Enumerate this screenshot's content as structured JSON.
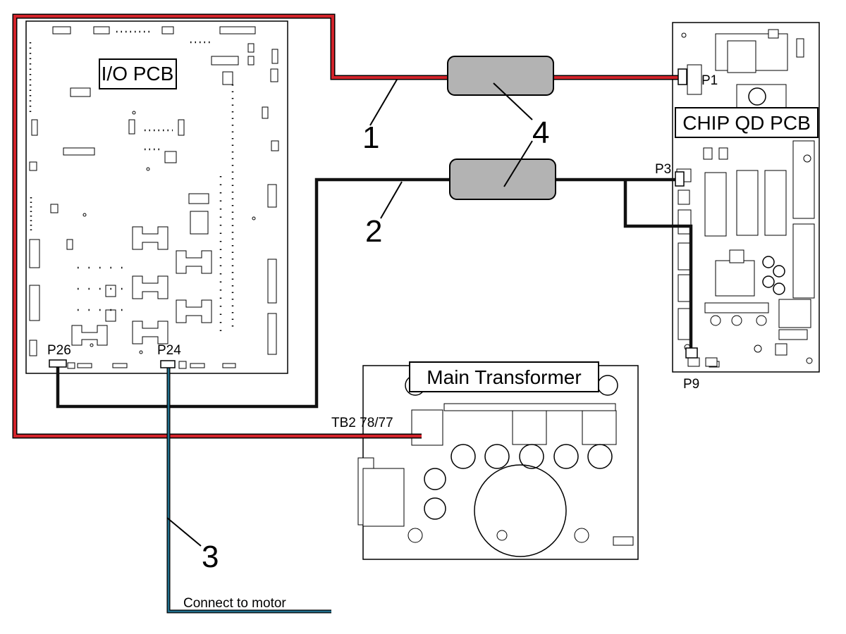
{
  "boards": {
    "io_pcb": "I/O PCB",
    "chip_qd_pcb": "CHIP QD PCB",
    "main_transformer": "Main Transformer"
  },
  "connectors": {
    "p1": "P1",
    "p3": "P3",
    "p9": "P9",
    "p24": "P24",
    "p26": "P26",
    "tb2": "TB2 78/77"
  },
  "callouts": {
    "c1": "1",
    "c2": "2",
    "c3": "3",
    "c4": "4"
  },
  "notes": {
    "motor": "Connect to motor"
  },
  "colors": {
    "red_wire": "#d2232a",
    "black_wire": "#111111",
    "blue_wire": "#1f6e8c",
    "ferrite": "#b3b3b3"
  }
}
